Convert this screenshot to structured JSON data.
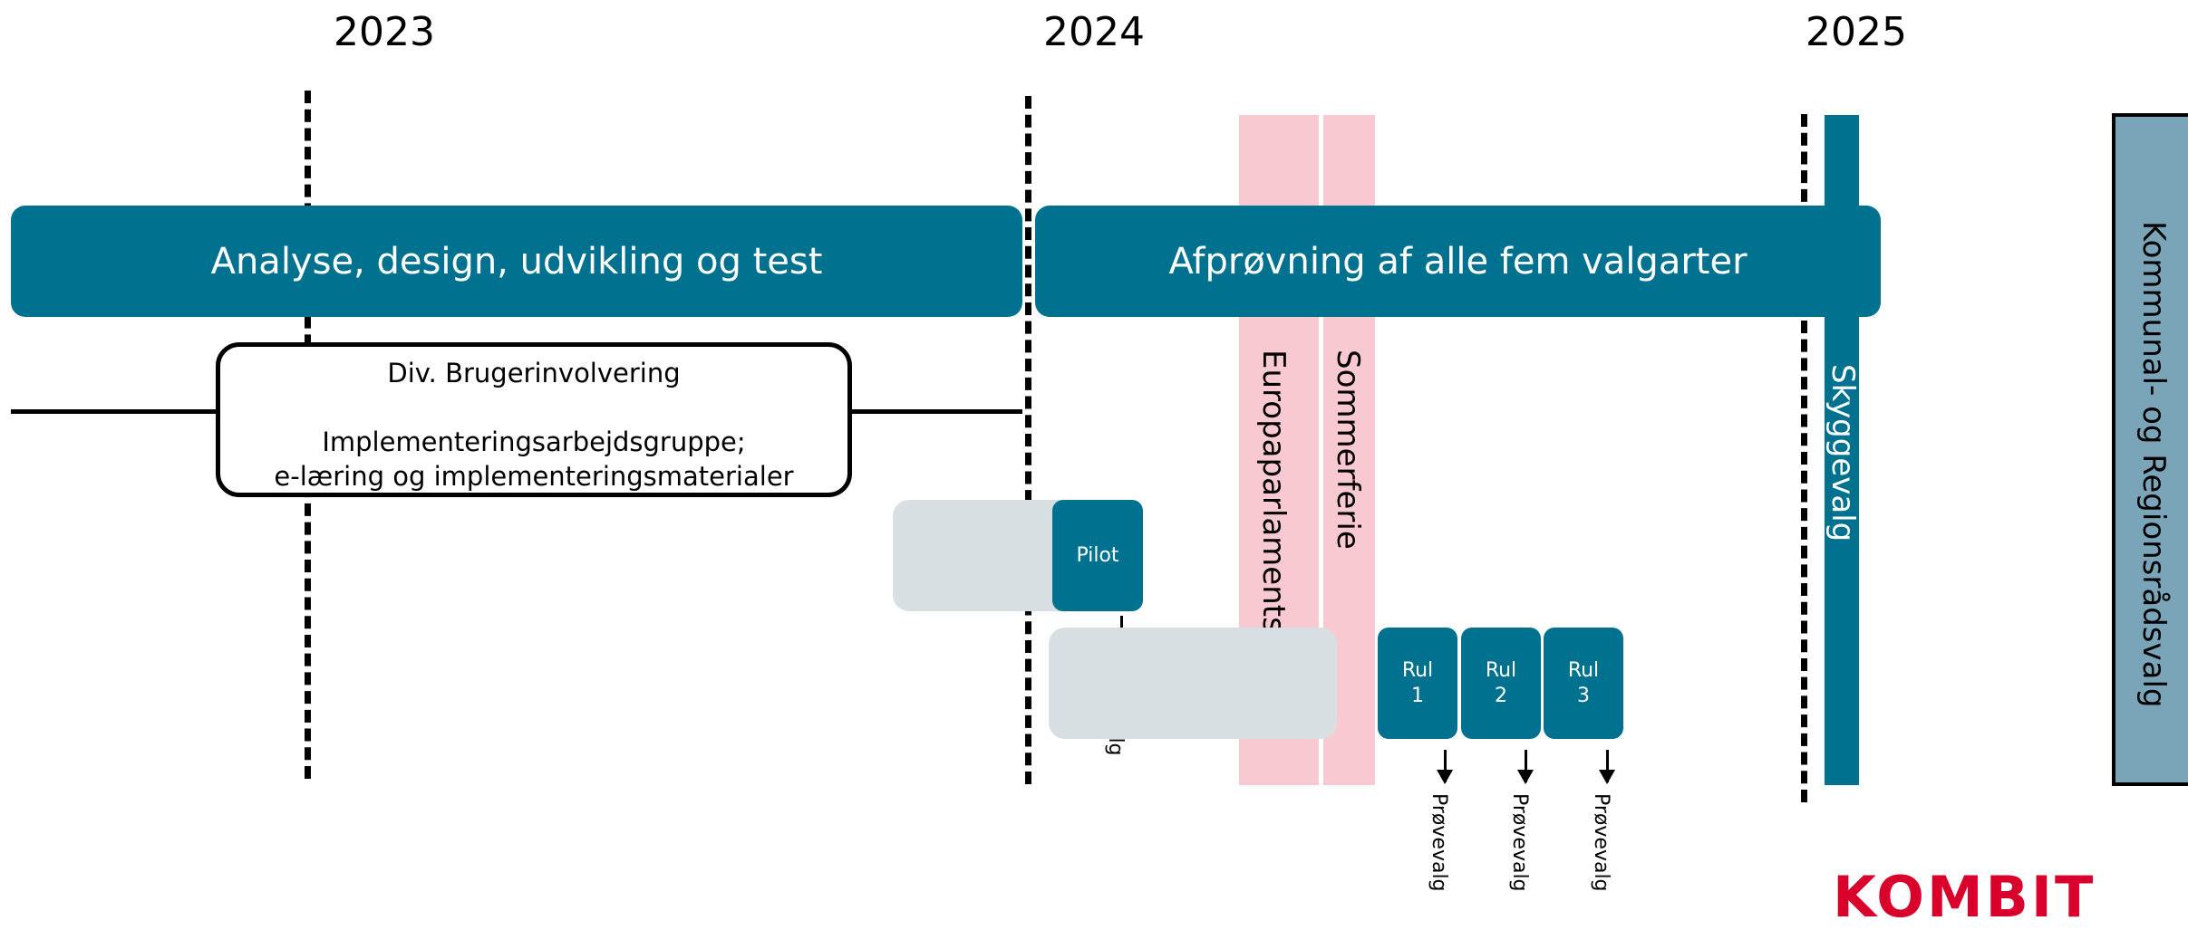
{
  "years": [
    "2023",
    "2024",
    "2025"
  ],
  "bars": {
    "analysis": "Analyse, design, udvikling og test",
    "trial": "Afprøvning af alle fem valgarter"
  },
  "events": {
    "euro": "Europaparlamentsvalg",
    "summer": "Sommerferie",
    "shadow": "Skyggevalg",
    "final": "Kommunal- og Regionsrådsvalg"
  },
  "involvement": {
    "line1": "Div. Brugerinvolvering",
    "line2": "Implementeringsarbejdsgruppe;",
    "line3": "e-læring og implementeringsmaterialer"
  },
  "pilot": "Pilot",
  "rollouts": [
    {
      "word": "Rul",
      "num": "1"
    },
    {
      "word": "Rul",
      "num": "2"
    },
    {
      "word": "Rul",
      "num": "3"
    }
  ],
  "test_election": "Prøvevalg",
  "logo": "KOMBIT",
  "colors": {
    "teal": "#00728f",
    "pink": "#f8c9d1",
    "grey": "#d7dfe2",
    "final_box": "#7aa5b9",
    "logo_red": "#d9002c"
  }
}
